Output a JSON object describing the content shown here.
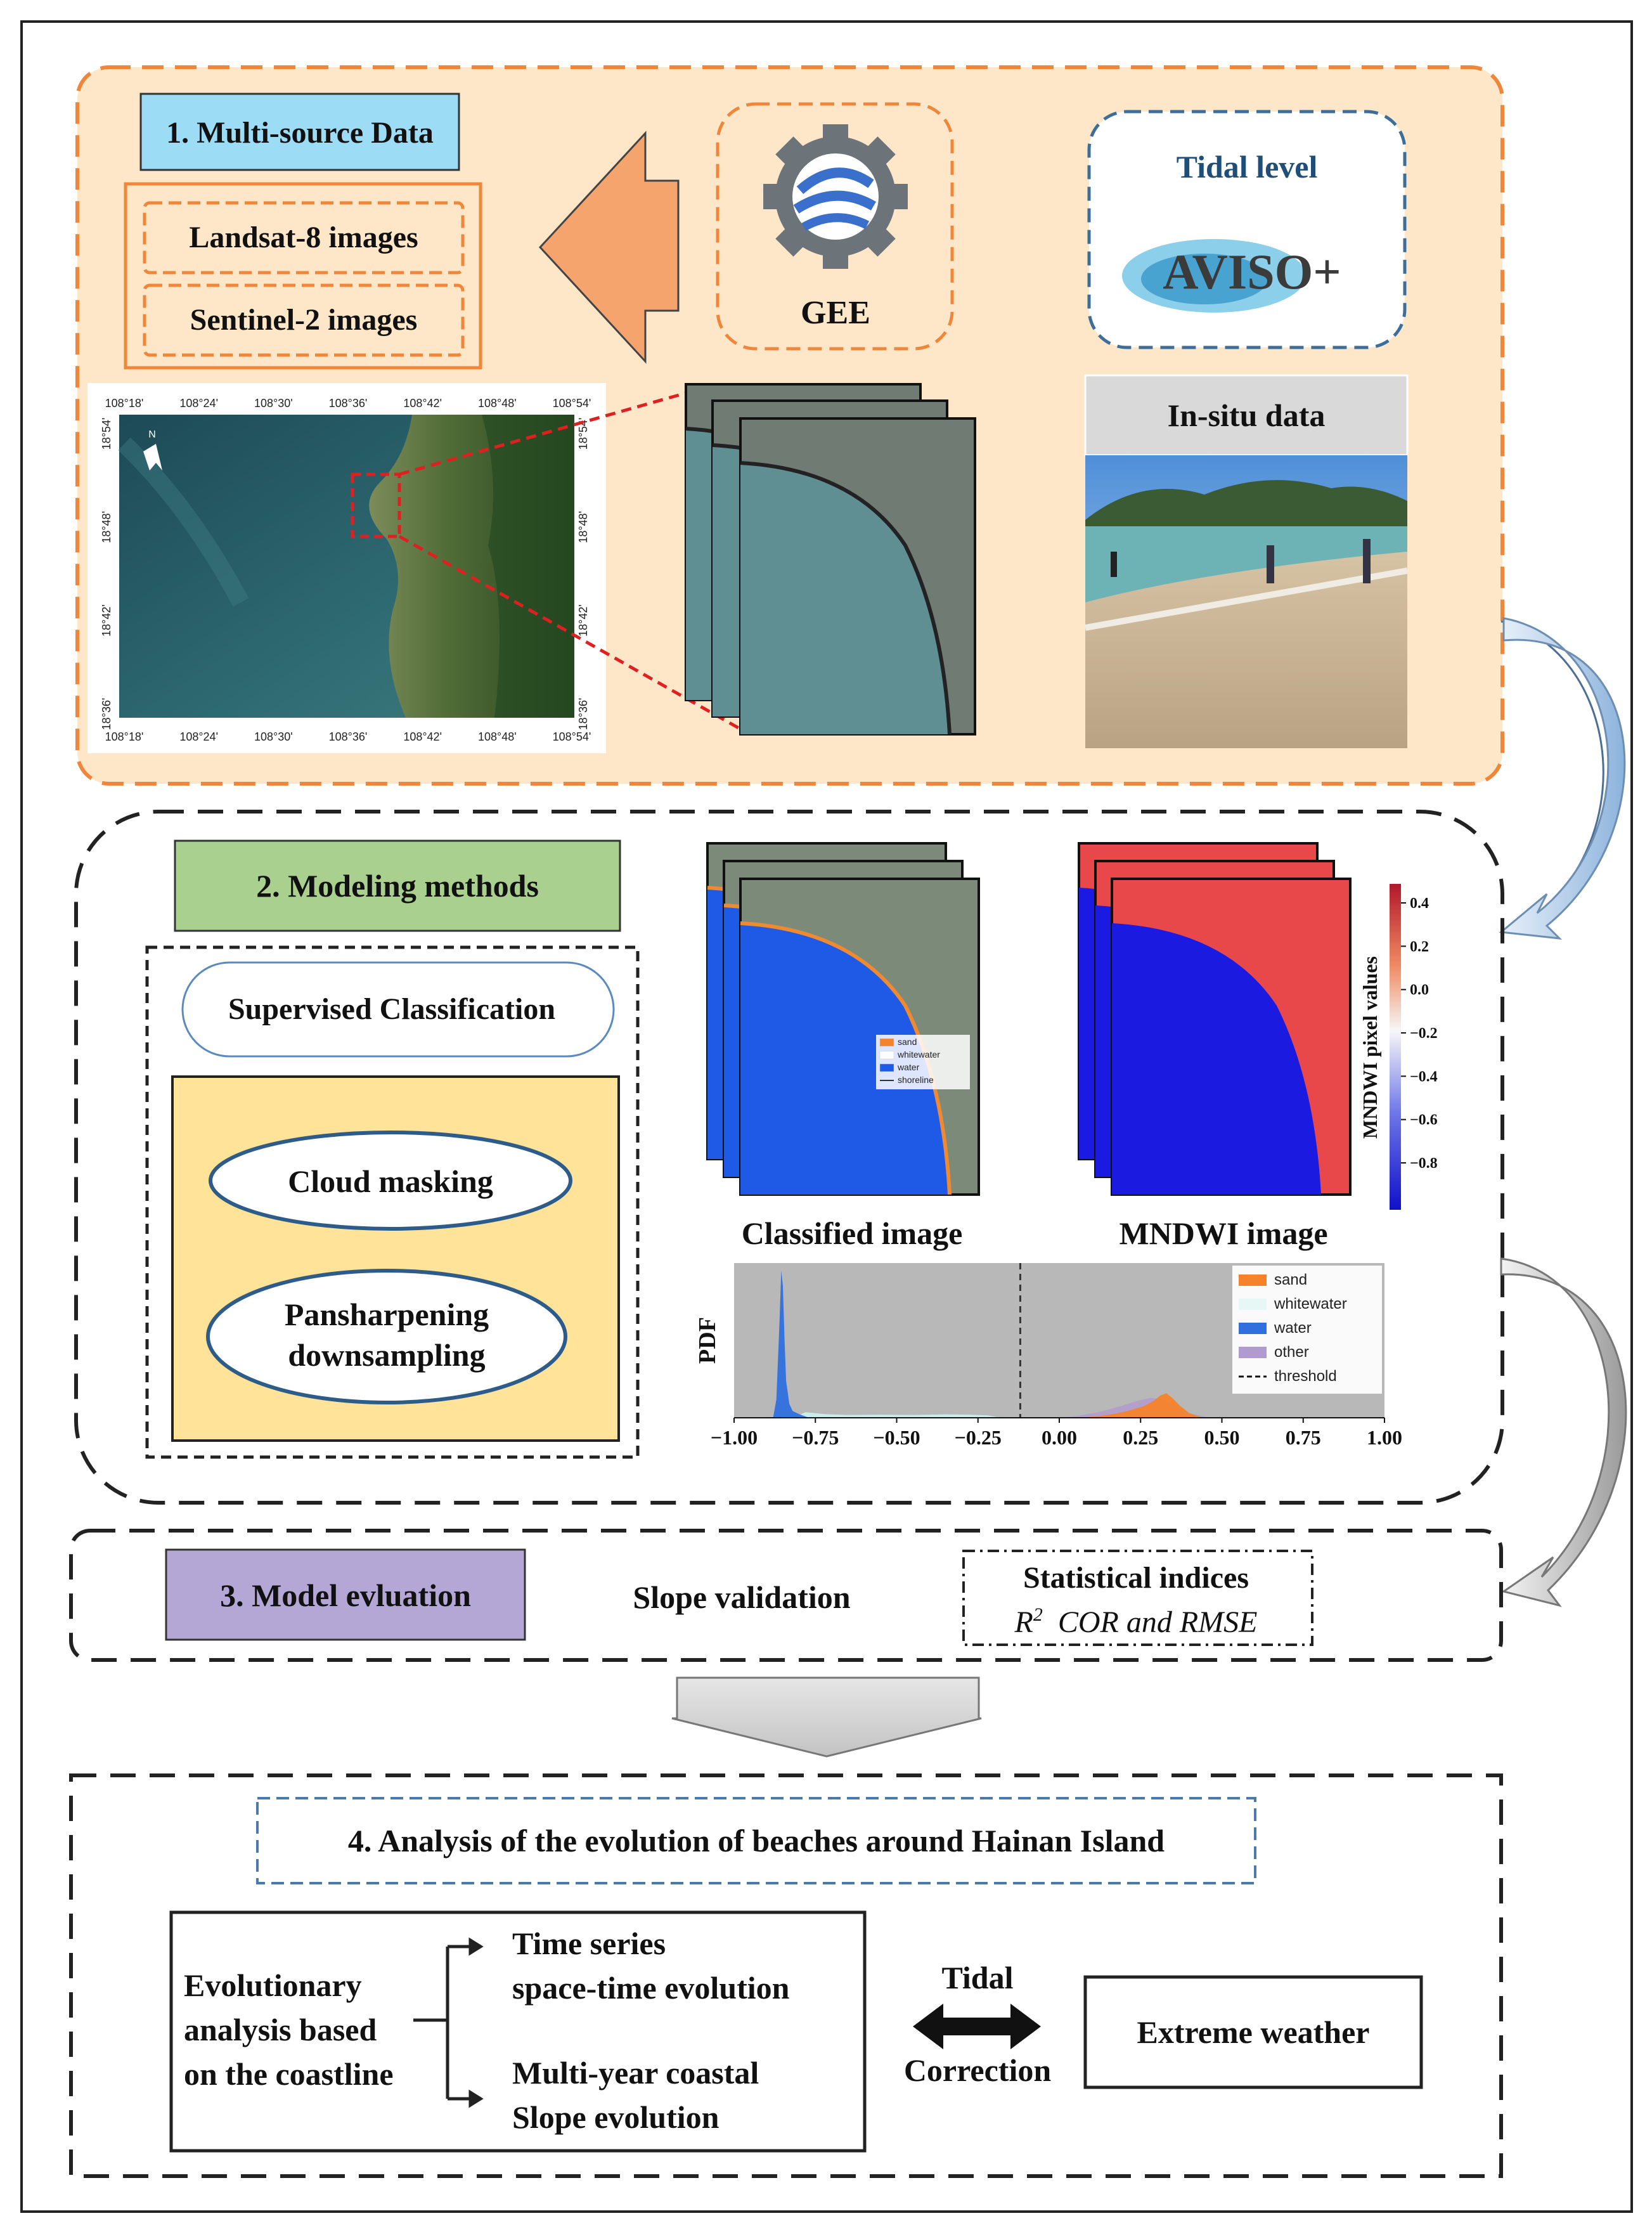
{
  "section1": {
    "title": "1. Multi-source Data",
    "landsat": "Landsat-8 images",
    "sentinel": "Sentinel-2  images",
    "gee": "GEE",
    "tidal_level": "Tidal level",
    "aviso_logo": "AVISO+",
    "in_situ": "In-situ data",
    "map_lon_ticks": [
      "108°18'",
      "108°24'",
      "108°30'",
      "108°36'",
      "108°42'",
      "108°48'",
      "108°54'"
    ],
    "map_lat_ticks": [
      "18°54'",
      "18°48'",
      "18°42'",
      "18°36'"
    ],
    "north": "N"
  },
  "section2": {
    "title": "2. Modeling methods",
    "supervised": "Supervised Classification",
    "cloud": "Cloud masking",
    "pansharpening_1": "Pansharpening",
    "pansharpening_2": "downsampling",
    "classified_label": "Classified image",
    "mndwi_label": "MNDWI image",
    "classified_legend": [
      "sand",
      "whitewater",
      "water",
      "shoreline"
    ],
    "colorbar_title": "MNDWI pixel values",
    "colorbar_ticks": [
      "0.4",
      "0.2",
      "0.0",
      "−0.2",
      "−0.4",
      "−0.6",
      "−0.8"
    ]
  },
  "pdf_chart": {
    "ylabel": "PDF",
    "x_ticks": [
      "−1.00",
      "−0.75",
      "−0.50",
      "−0.25",
      "0.00",
      "0.25",
      "0.50",
      "0.75",
      "1.00"
    ],
    "legend": [
      "sand",
      "whitewater",
      "water",
      "other",
      "threshold"
    ]
  },
  "chart_data": {
    "type": "area",
    "ylabel": "PDF",
    "xlim": [
      -1.0,
      1.0
    ],
    "threshold": -0.12,
    "grid": false,
    "legend_placement": "top-right",
    "series": [
      {
        "name": "sand",
        "color": "#f5832b",
        "x": [
          0.05,
          0.12,
          0.18,
          0.22,
          0.26,
          0.29,
          0.31,
          0.33,
          0.35,
          0.37,
          0.4,
          0.44
        ],
        "y": [
          0.0,
          0.05,
          0.15,
          0.25,
          0.38,
          0.55,
          0.72,
          0.8,
          0.62,
          0.4,
          0.15,
          0.0
        ]
      },
      {
        "name": "whitewater",
        "color": "#c8f0ec",
        "x": [
          -0.82,
          -0.78,
          -0.72,
          -0.65,
          -0.55,
          -0.45,
          -0.35,
          -0.28,
          -0.22,
          -0.18
        ],
        "y": [
          0.0,
          0.18,
          0.12,
          0.09,
          0.1,
          0.09,
          0.11,
          0.1,
          0.08,
          0.0
        ]
      },
      {
        "name": "water",
        "color": "#2f6fde",
        "x": [
          -0.88,
          -0.87,
          -0.86,
          -0.855,
          -0.85,
          -0.845,
          -0.84,
          -0.83,
          -0.82,
          -0.8,
          -0.77
        ],
        "y": [
          0.0,
          0.6,
          3.2,
          4.8,
          4.3,
          2.6,
          1.2,
          0.45,
          0.22,
          0.12,
          0.0
        ]
      },
      {
        "name": "other",
        "color": "#b09ad0",
        "x": [
          -0.02,
          0.05,
          0.12,
          0.18,
          0.24,
          0.28,
          0.32,
          0.36,
          0.4,
          0.46
        ],
        "y": [
          0.0,
          0.05,
          0.18,
          0.35,
          0.55,
          0.65,
          0.6,
          0.38,
          0.15,
          0.0
        ]
      }
    ]
  },
  "section3": {
    "title": "3. Model evluation",
    "slope": "Slope validation",
    "stat_title": "Statistical indices",
    "stat_r": "R",
    "stat_sup": "2",
    "stat_rest": "  COR and RMSE"
  },
  "section4": {
    "title": "4. Analysis of the evolution of beaches around Hainan Island",
    "evo_line1": "Evolutionary",
    "evo_line2": "analysis based",
    "evo_line3": "on the coastline",
    "ts_line1": "Time series",
    "ts_line2": "space-time evolution",
    "my_line1": "Multi-year coastal",
    "my_line2": "Slope evolution",
    "tidal": "Tidal",
    "correction": "Correction",
    "extreme": "Extreme weather"
  }
}
